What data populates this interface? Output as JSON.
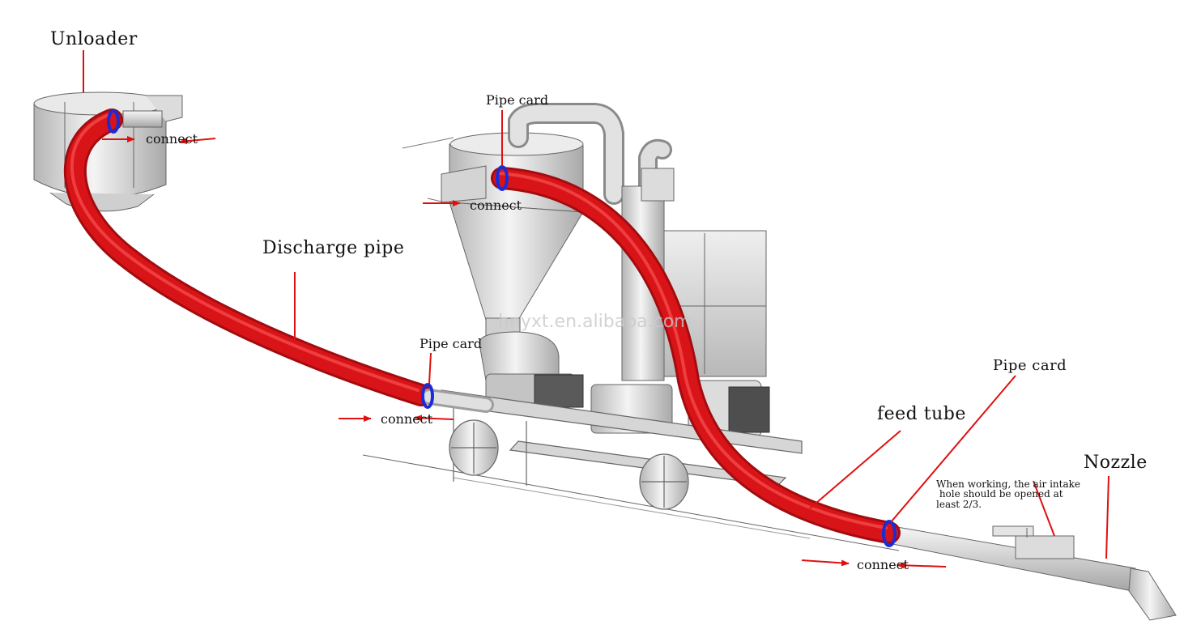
{
  "labels": {
    "unloader": "Unloader",
    "discharge_pipe": "Discharge pipe",
    "feed_tube": "feed tube",
    "nozzle": "Nozzle",
    "pipe_card_top": "Pipe card",
    "pipe_card_mid": "Pipe card",
    "pipe_card_right": "Pipe card",
    "connect_1": "connect",
    "connect_2": "connect",
    "connect_3": "connect",
    "connect_4": "connect",
    "note_line1": "When working, the air intake",
    "note_line2": " hole should be opened at",
    "note_line3": "least 2/3."
  },
  "watermark": "hnyxt.en.alibaba.com",
  "colors": {
    "hose": "#d81418",
    "hose_highlight": "#ff5a5a",
    "clamp": "#1a2bd8",
    "arrow": "#e01010",
    "metal": "#d9d9d9",
    "metal_dark": "#9a9a9a",
    "outline": "#555555"
  }
}
